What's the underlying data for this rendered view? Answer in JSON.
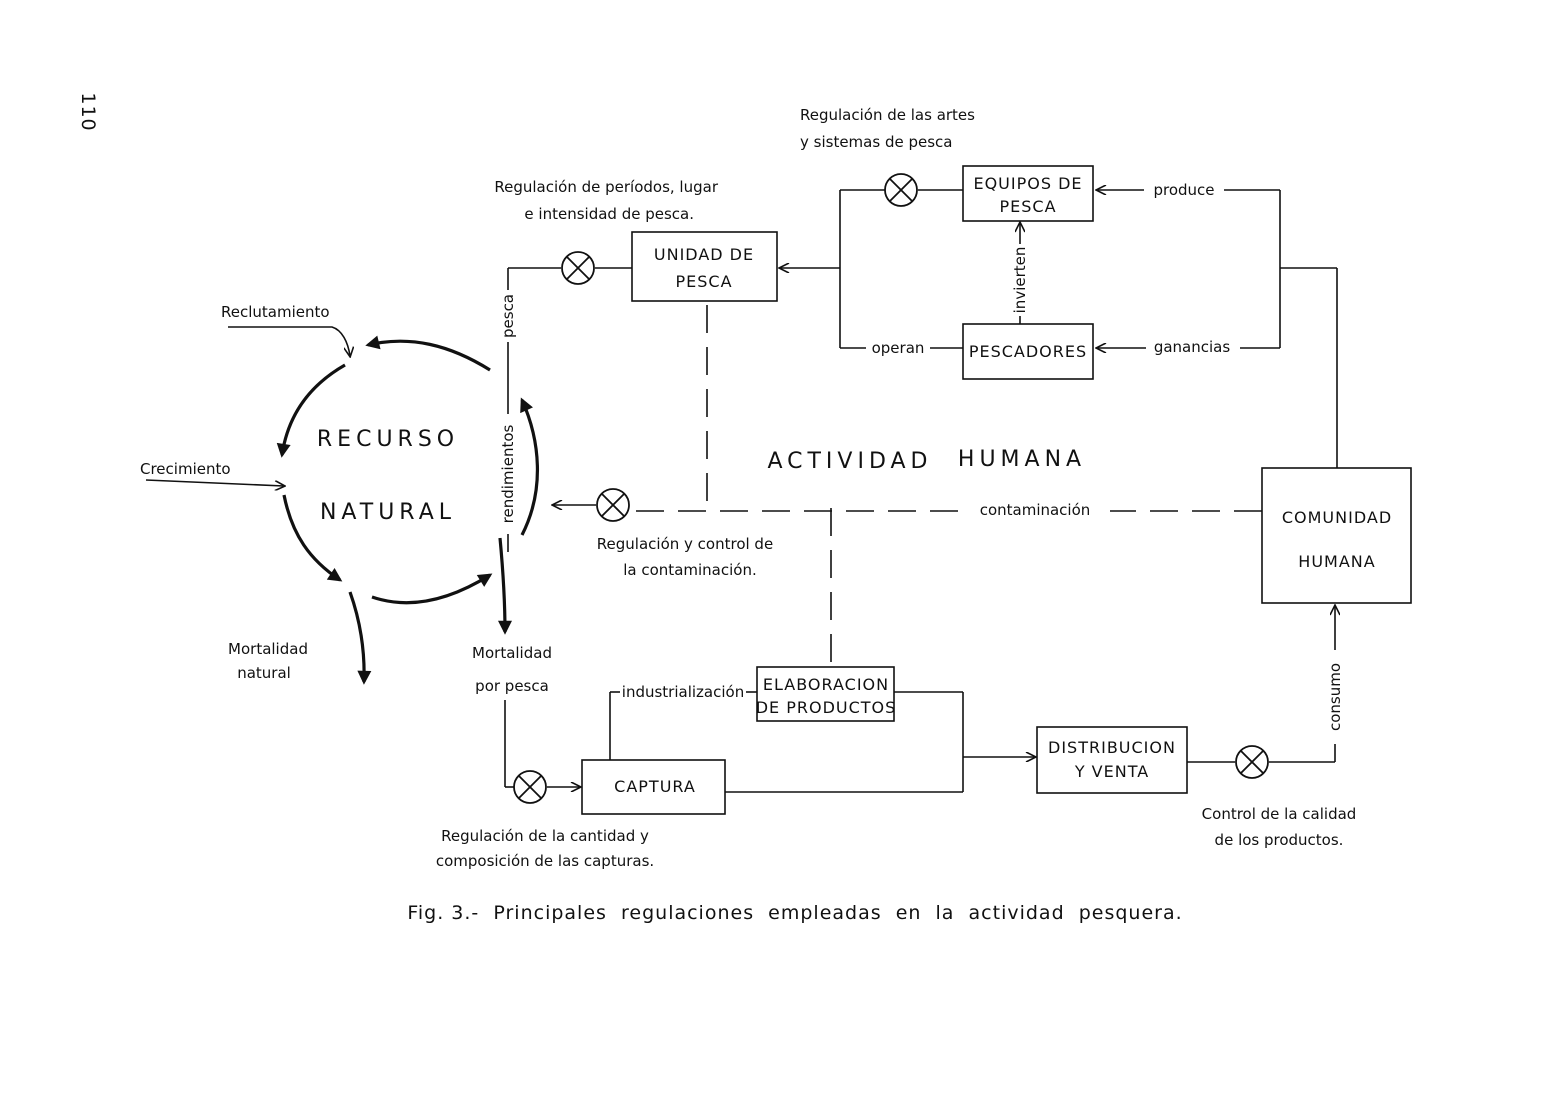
{
  "page_number": "110",
  "caption": "Fig. 3.-  Principales  regulaciones  empleadas  en  la  actividad  pesquera.",
  "center_label": {
    "line1": "ACTIVIDAD",
    "line2": "HUMANA"
  },
  "resource": {
    "line1": "RECURSO",
    "line2": "NATURAL"
  },
  "inputs": {
    "reclutamiento": "Reclutamiento",
    "crecimiento": "Crecimiento",
    "mortalidad_natural_1": "Mortalidad",
    "mortalidad_natural_2": "natural",
    "mortalidad_pesca_1": "Mortalidad",
    "mortalidad_pesca_2": "por  pesca"
  },
  "boxes": {
    "unidad_pesca": [
      "UNIDAD  DE",
      "PESCA"
    ],
    "equipos_pesca": [
      "EQUIPOS  DE",
      "PESCA"
    ],
    "pescadores": [
      "PESCADORES"
    ],
    "comunidad_humana": [
      "COMUNIDAD",
      "HUMANA"
    ],
    "elaboracion": [
      "ELABORACION",
      "DE  PRODUCTOS"
    ],
    "captura": [
      "CAPTURA"
    ],
    "distribucion": [
      "DISTRIBUCION",
      "Y  VENTA"
    ]
  },
  "flows": {
    "pesca": "pesca",
    "rendimientos": "rendimientos",
    "invierten": "invierten",
    "produce": "produce",
    "ganancias": "ganancias",
    "operan": "operan",
    "contaminacion": "contaminación",
    "industrializacion": "industrialización",
    "consumo": "consumo"
  },
  "regulations": {
    "artes_1": "Regulación  de  las  artes",
    "artes_2": "y  sistemas  de  pesca",
    "periodos_1": "Regulación  de  períodos,  lugar",
    "periodos_2": "e  intensidad  de  pesca.",
    "contaminacion_1": "Regulación  y  control  de",
    "contaminacion_2": "la  contaminación.",
    "capturas_1": "Regulación  de la  cantidad  y",
    "capturas_2": "composición   de las  capturas.",
    "calidad_1": "Control  de la  calidad",
    "calidad_2": "de  los  productos."
  }
}
